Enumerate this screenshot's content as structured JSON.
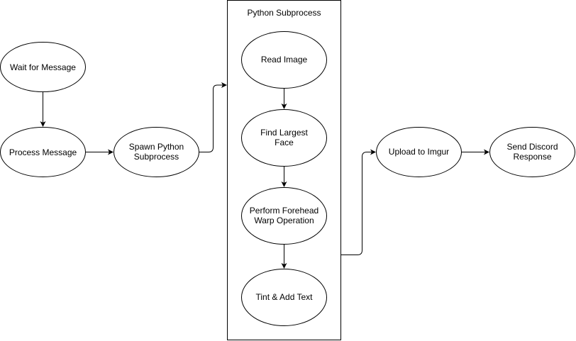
{
  "diagram": {
    "container": {
      "title": "Python Subprocess"
    },
    "nodes": {
      "wait_for_message": "Wait for Message",
      "process_message": "Process Message",
      "spawn_python_subprocess": "Spawn Python\nSubprocess",
      "read_image": "Read Image",
      "find_largest_face": "Find Largest\nFace",
      "forehead_warp": "Perform Forehead\nWarp Operation",
      "tint_add_text": "Tint & Add Text",
      "upload_to_imgur": "Upload to Imgur",
      "send_discord_response": "Send Discord\nResponse"
    },
    "edges": [
      {
        "from": "wait_for_message",
        "to": "process_message"
      },
      {
        "from": "process_message",
        "to": "spawn_python_subprocess"
      },
      {
        "from": "spawn_python_subprocess",
        "to": "python_subprocess"
      },
      {
        "from": "read_image",
        "to": "find_largest_face"
      },
      {
        "from": "find_largest_face",
        "to": "forehead_warp"
      },
      {
        "from": "forehead_warp",
        "to": "tint_add_text"
      },
      {
        "from": "python_subprocess",
        "to": "upload_to_imgur"
      },
      {
        "from": "upload_to_imgur",
        "to": "send_discord_response"
      }
    ],
    "colors": {
      "stroke": "#000000",
      "fill": "#ffffff",
      "text": "#000000"
    }
  }
}
